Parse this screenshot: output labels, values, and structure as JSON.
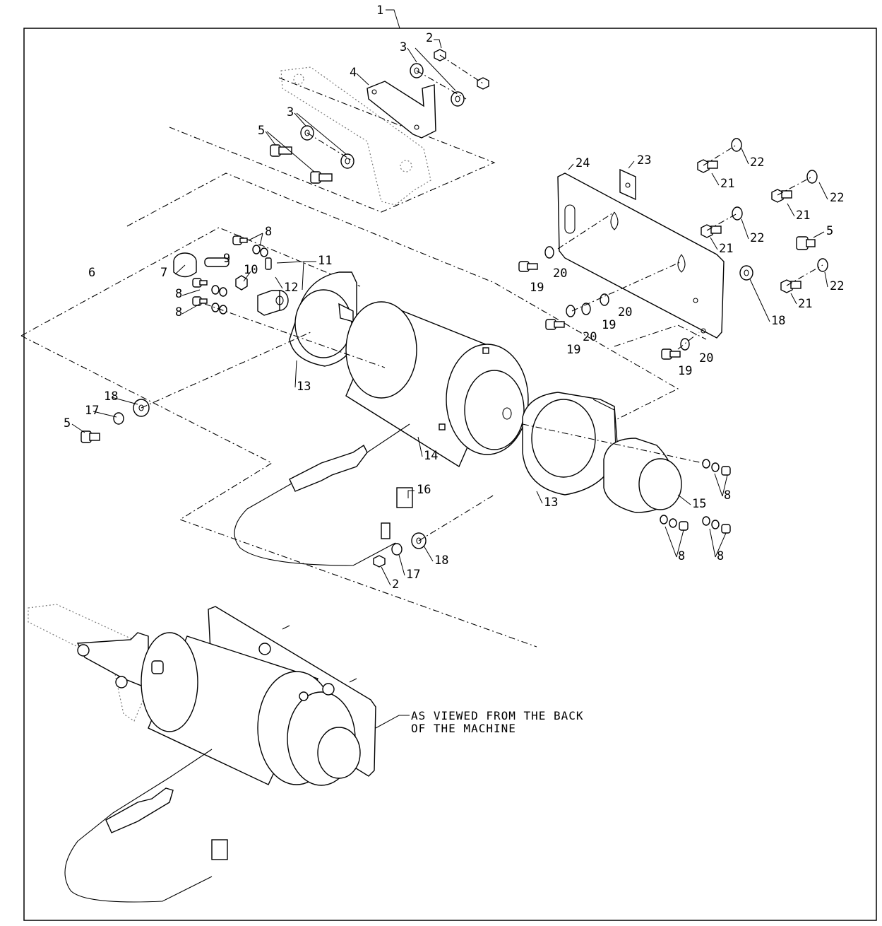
{
  "assembly_label": "1",
  "callouts": [
    {
      "id": "c2a",
      "text": "2"
    },
    {
      "id": "c3a",
      "text": "3"
    },
    {
      "id": "c4",
      "text": "4"
    },
    {
      "id": "c3b",
      "text": "3"
    },
    {
      "id": "c5a",
      "text": "5"
    },
    {
      "id": "c24",
      "text": "24"
    },
    {
      "id": "c23",
      "text": "23"
    },
    {
      "id": "c22a",
      "text": "22"
    },
    {
      "id": "c21a",
      "text": "21"
    },
    {
      "id": "c22b",
      "text": "22"
    },
    {
      "id": "c21b",
      "text": "21"
    },
    {
      "id": "c22c",
      "text": "22"
    },
    {
      "id": "c21c",
      "text": "21"
    },
    {
      "id": "c5b",
      "text": "5"
    },
    {
      "id": "c22d",
      "text": "22"
    },
    {
      "id": "c21d",
      "text": "21"
    },
    {
      "id": "c19a",
      "text": "19"
    },
    {
      "id": "c20a",
      "text": "20"
    },
    {
      "id": "c20b",
      "text": "20"
    },
    {
      "id": "c19b",
      "text": "19"
    },
    {
      "id": "c20c",
      "text": "20"
    },
    {
      "id": "c19c",
      "text": "19"
    },
    {
      "id": "c20d",
      "text": "20"
    },
    {
      "id": "c19d",
      "text": "19"
    },
    {
      "id": "c18a",
      "text": "18"
    },
    {
      "id": "c8a",
      "text": "8"
    },
    {
      "id": "c9",
      "text": "9"
    },
    {
      "id": "c11",
      "text": "11"
    },
    {
      "id": "c6",
      "text": "6"
    },
    {
      "id": "c7",
      "text": "7"
    },
    {
      "id": "c10",
      "text": "10"
    },
    {
      "id": "c12",
      "text": "12"
    },
    {
      "id": "c8b",
      "text": "8"
    },
    {
      "id": "c8c",
      "text": "8"
    },
    {
      "id": "c13a",
      "text": "13"
    },
    {
      "id": "c18b",
      "text": "18"
    },
    {
      "id": "c17a",
      "text": "17"
    },
    {
      "id": "c5c",
      "text": "5"
    },
    {
      "id": "c14",
      "text": "14"
    },
    {
      "id": "c16",
      "text": "16"
    },
    {
      "id": "c13b",
      "text": "13"
    },
    {
      "id": "c15",
      "text": "15"
    },
    {
      "id": "c8d",
      "text": "8"
    },
    {
      "id": "c8e",
      "text": "8"
    },
    {
      "id": "c8f",
      "text": "8"
    },
    {
      "id": "c18c",
      "text": "18"
    },
    {
      "id": "c17b",
      "text": "17"
    },
    {
      "id": "c2b",
      "text": "2"
    }
  ],
  "note": {
    "line1": "AS VIEWED FROM THE BACK",
    "line2": "OF THE MACHINE"
  }
}
